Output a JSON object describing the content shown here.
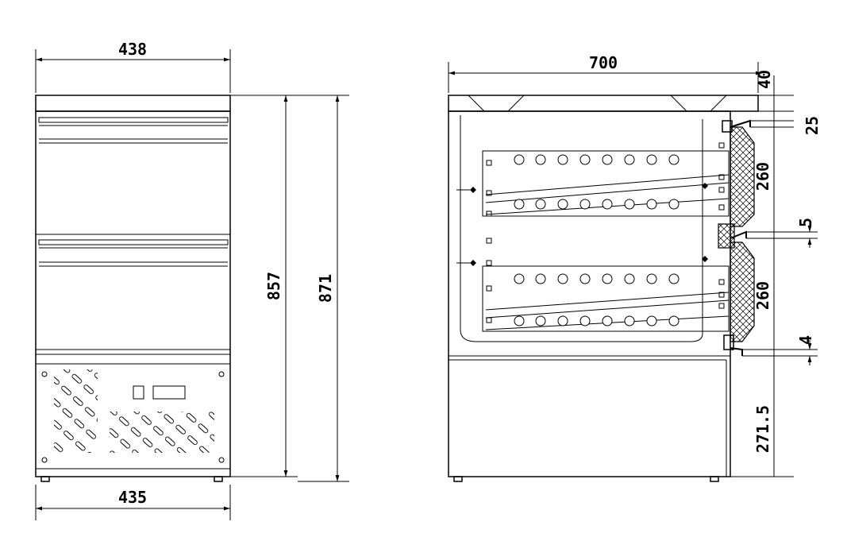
{
  "dimensions": {
    "front_top_width": "438",
    "front_bottom_width": "435",
    "front_height_inner": "857",
    "front_height_total": "871",
    "side_depth": "700",
    "top_thickness": "40",
    "gap_top": "25",
    "drawer_height_upper": "260",
    "drawer_gap": "5",
    "drawer_height_lower": "260",
    "gap_bottom": "4",
    "base_height": "271.5"
  }
}
